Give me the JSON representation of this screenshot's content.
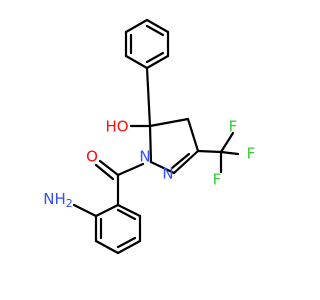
{
  "molecule": {
    "colors": {
      "bond": "#000000",
      "oxygen": "#ff0d0d",
      "nitrogen": "#3050f8",
      "fluorine": "#33cc33",
      "background": "#ffffff"
    },
    "atom_labels": {
      "hydroxyl": "HO",
      "carbonyl_oxygen": "O",
      "ring_n1": "N",
      "ring_n2": "N",
      "amine": "NH",
      "amine_subscript": "2",
      "f_top": "F",
      "f_right": "F",
      "f_left": "F"
    }
  }
}
